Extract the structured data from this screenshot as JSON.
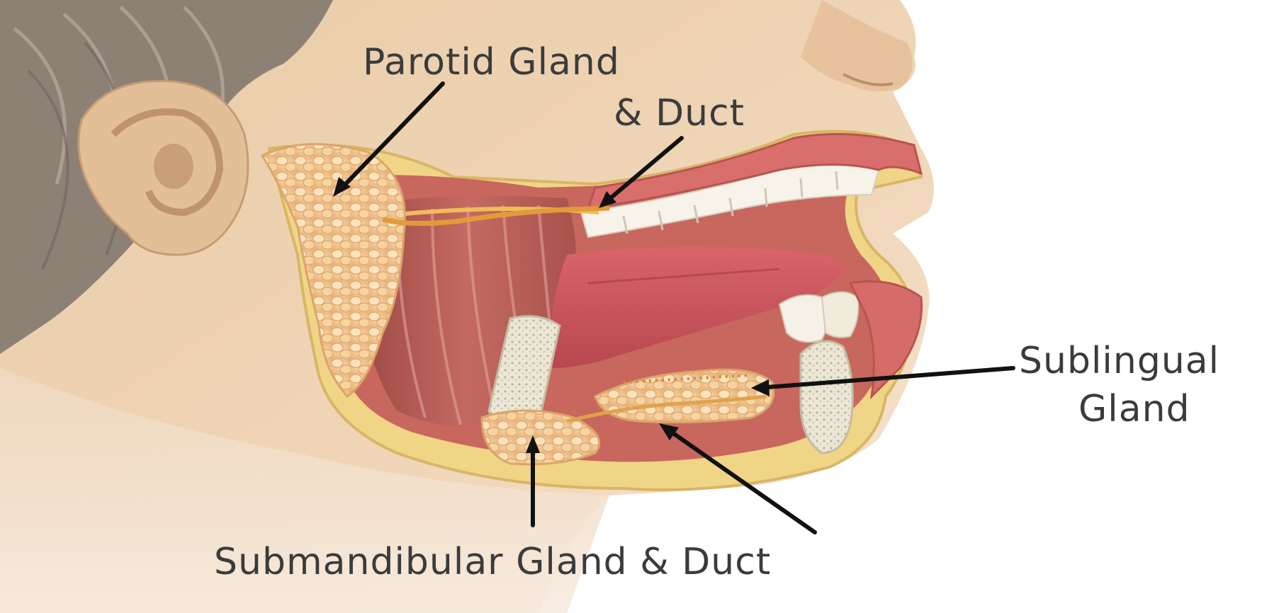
{
  "labels": {
    "parotid_line1": "Parotid Gland",
    "parotid_line2": "& Duct",
    "sublingual_line1": "Sublingual",
    "sublingual_line2": "Gland",
    "submandibular": "Submandibular Gland & Duct"
  },
  "colors": {
    "label_text": "#3b3b3b",
    "leader_line": "#111111",
    "skin": "#e9c9a3",
    "hair": "#8a7d70",
    "muscle": "#b75d56",
    "gland": "#f1c58e",
    "fat_layer": "#f2d48a",
    "teeth": "#f7f2e8",
    "tongue": "#c9545b",
    "bone": "#e6e0cf"
  }
}
